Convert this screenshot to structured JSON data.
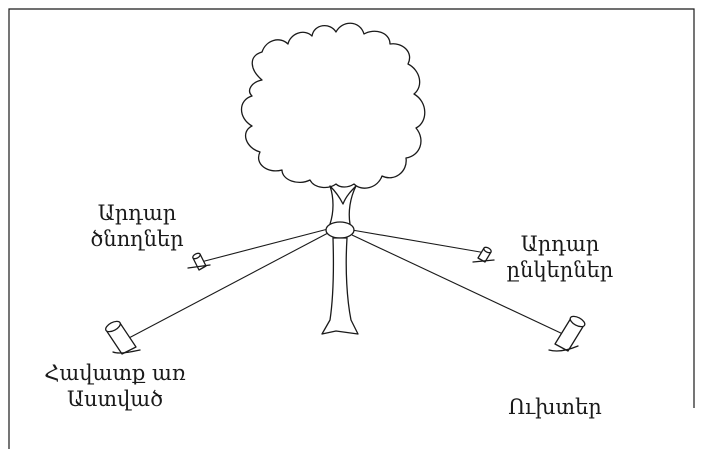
{
  "labels": {
    "righteous_parents": {
      "line1": "Արդար",
      "line2": "ծնողներ"
    },
    "righteous_friends": {
      "line1": "Արդար",
      "line2": "ընկերներ"
    },
    "faith_in_god": {
      "line1": "Հավատք առ",
      "line2": "Աստված"
    },
    "vows": {
      "line1": "Ուխտեր"
    }
  },
  "colors": {
    "ink": "#1a1a1a",
    "background": "#ffffff"
  },
  "icons": [
    "tree-icon",
    "stake-icon"
  ]
}
